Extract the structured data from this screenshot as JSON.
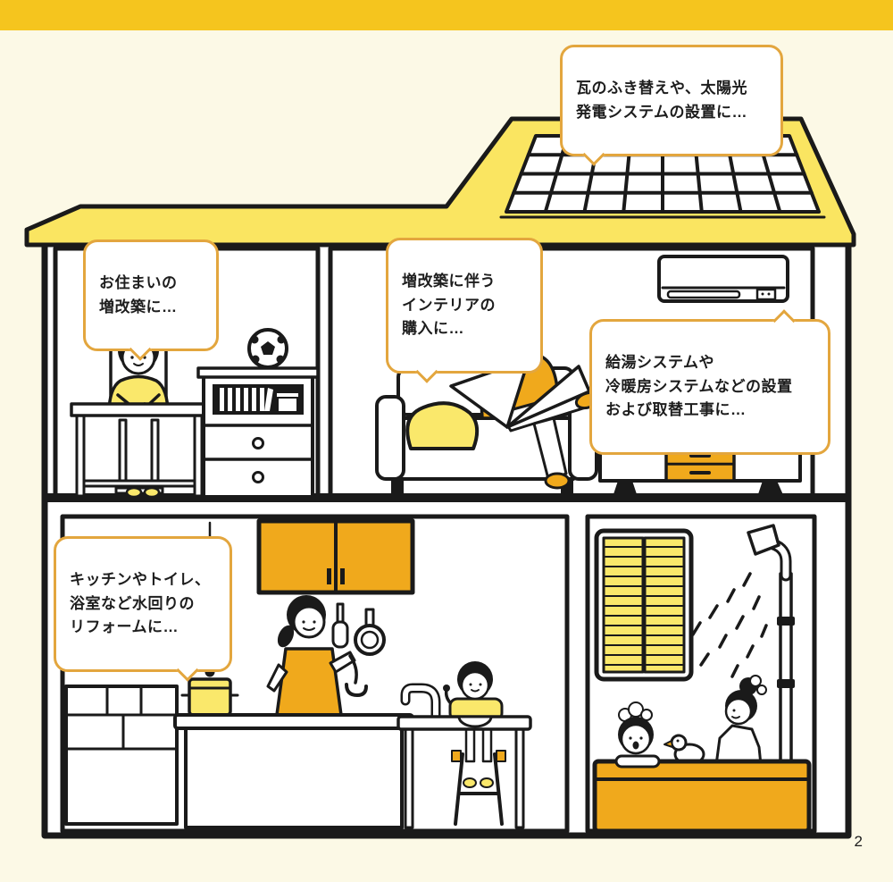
{
  "page": {
    "number": "2"
  },
  "colors": {
    "banner": "#F5C51E",
    "bg": "#FCF9E6",
    "roof": "#FAE561",
    "yellow": "#FAE86B",
    "orange": "#F0A91C",
    "ink": "#1A1A1A",
    "bubble": "#E3A63E",
    "text": "#1D1D1D"
  },
  "bubbles": {
    "solar": "瓦のふき替えや、太陽光\n発電システムの設置に…",
    "remodel": "お住まいの\n増改築に…",
    "interior": "増改築に伴う\nインテリアの\n購入に…",
    "hvac": "給湯システムや\n冷暖房システムなどの設置\nおよび取替工事に…",
    "water": "キッチンやトイレ、\n浴室など水回りの\nリフォームに…"
  },
  "scene": {
    "description": "house-cross-section-illustration",
    "icons": [
      "solar-panel",
      "roof",
      "air-conditioner",
      "study-room",
      "living-room",
      "kitchen",
      "bathroom",
      "bathtub",
      "shower",
      "rubber-duck",
      "soccer-ball",
      "tv-sideboard",
      "wall-cabinet",
      "window-shutters"
    ]
  }
}
